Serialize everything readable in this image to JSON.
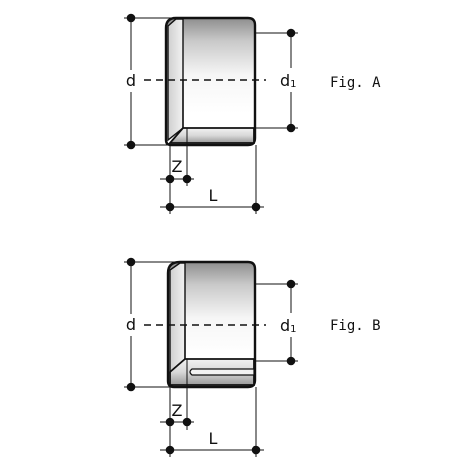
{
  "colors": {
    "stroke": "#111111",
    "body_light": "#f4f4f4",
    "body_dark": "#9c9c9c",
    "insert_light": "#e8e8e8"
  },
  "figures": [
    {
      "caption": "Fig. A",
      "labels": {
        "d": "d",
        "d1_main": "d",
        "d1_sub": "1",
        "z": "Z",
        "l": "L"
      }
    },
    {
      "caption": "Fig. B",
      "labels": {
        "d": "d",
        "d1_main": "d",
        "d1_sub": "1",
        "z": "Z",
        "l": "L"
      }
    }
  ]
}
